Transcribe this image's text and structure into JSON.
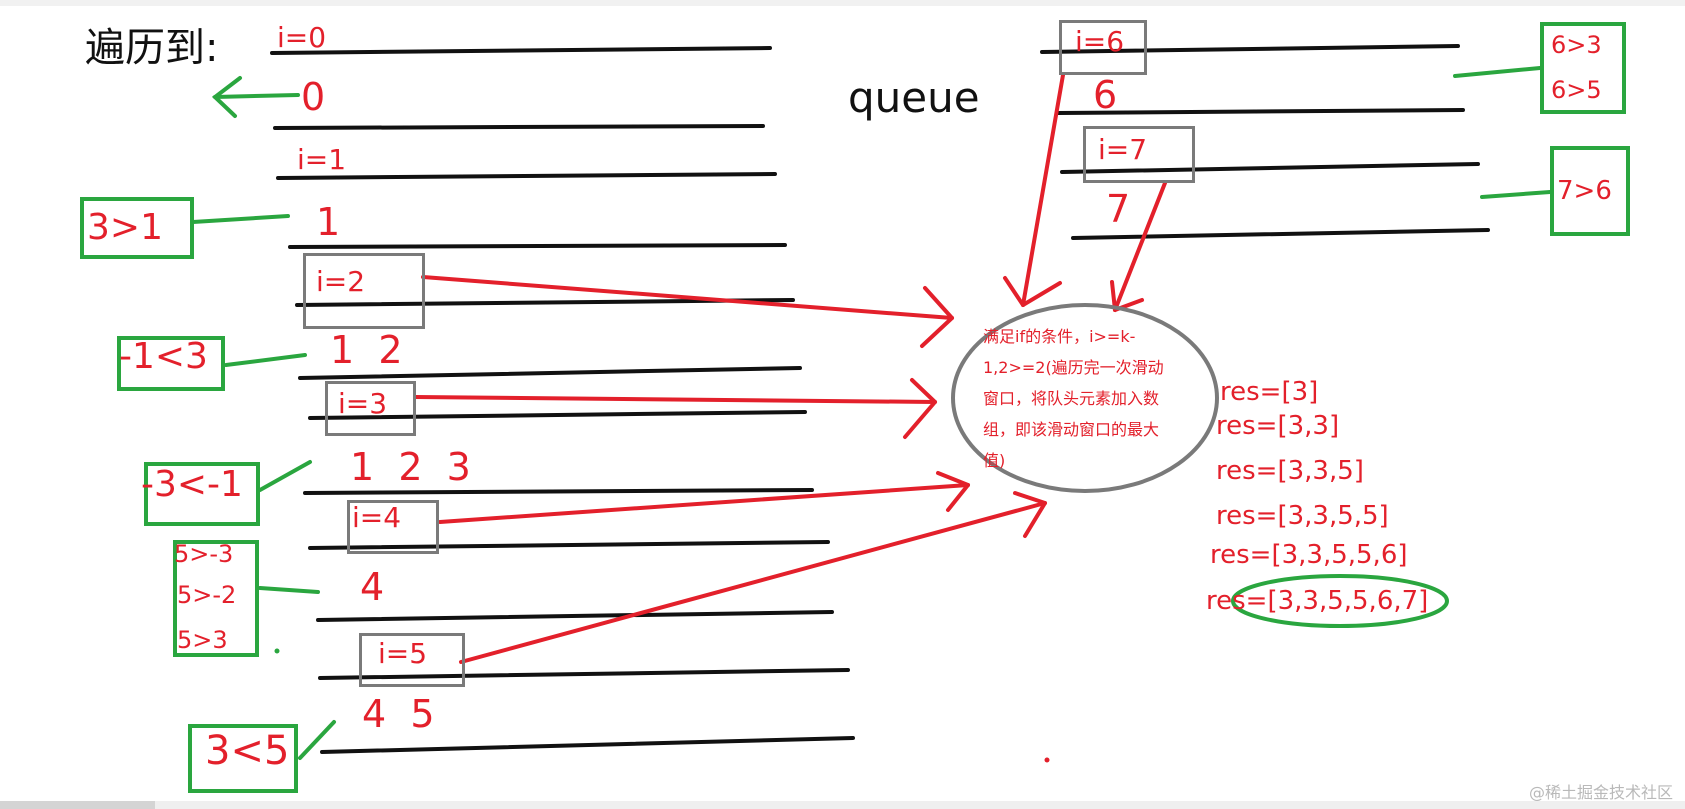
{
  "title": "遍历到:",
  "queue_label": "queue",
  "iterations": [
    "i=0",
    "i=1",
    "i=2",
    "i=3",
    "i=4",
    "i=5",
    "i=6",
    "i=7"
  ],
  "queue_states": [
    "0",
    "1",
    "1  2",
    "1  2  3",
    "4",
    "4  5",
    "6",
    "7"
  ],
  "comparisons": {
    "c1": "3>1",
    "c2": "-1<3",
    "c3": "-3<-1",
    "c4a": "5>-3",
    "c4b": "5>-2",
    "c4c": "5>3",
    "c5": "3<5",
    "c6a": "6>3",
    "c6b": "6>5",
    "c7": "7>6"
  },
  "note": "满足if的条件，i>=k-1,2>=2(遍历完一次滑动窗口，将队头元素加入数组，即该滑动窗口的最大值)",
  "results": [
    "res=[3]",
    "res=[3,3]",
    "res=[3,3,5]",
    "res=[3,3,5,5]",
    "res=[3,3,5,5,6]",
    "res=[3,3,5,5,6,7]"
  ],
  "watermark": "@稀土掘金技术社区",
  "colors": {
    "red": "#e3202b",
    "green": "#2aa63f",
    "gray": "#7a7a7a",
    "black": "#111111"
  }
}
